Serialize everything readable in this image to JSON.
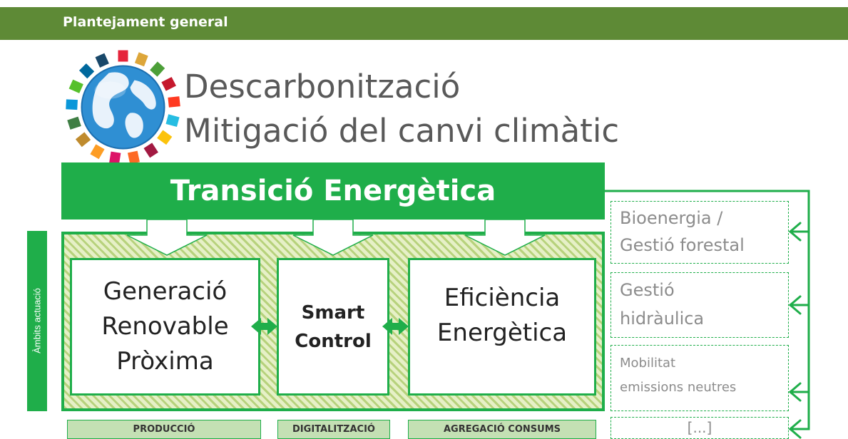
{
  "header": {
    "title": "Plantejament general"
  },
  "title": {
    "line1": "Descarbonització",
    "line2": "Mitigació del canvi climàtic"
  },
  "banner": "Transició Energètica",
  "side_label": "Àmbits actuació",
  "boxes": {
    "generation": "Generació\nRenovable\nPròxima",
    "smart": "Smart\nControl",
    "efficiency": "Eficiència\nEnergètica"
  },
  "bottom_labels": {
    "production": "PRODUCCIÓ",
    "digitalization": "DIGITALITZACIÓ",
    "aggregation": "AGREGACIÓ CONSUMS"
  },
  "side_items": [
    "Bioenergia /\nGestió forestal",
    "Gestió\nhidràulica",
    "Mobilitat\nemissions neutres",
    "[...]"
  ],
  "colors": {
    "header": "#5e8a36",
    "accent_green": "#1fae4a",
    "title_gray": "#595959",
    "side_text": "#8c8c8c"
  },
  "icons": [
    "sdg-globe-icon"
  ]
}
